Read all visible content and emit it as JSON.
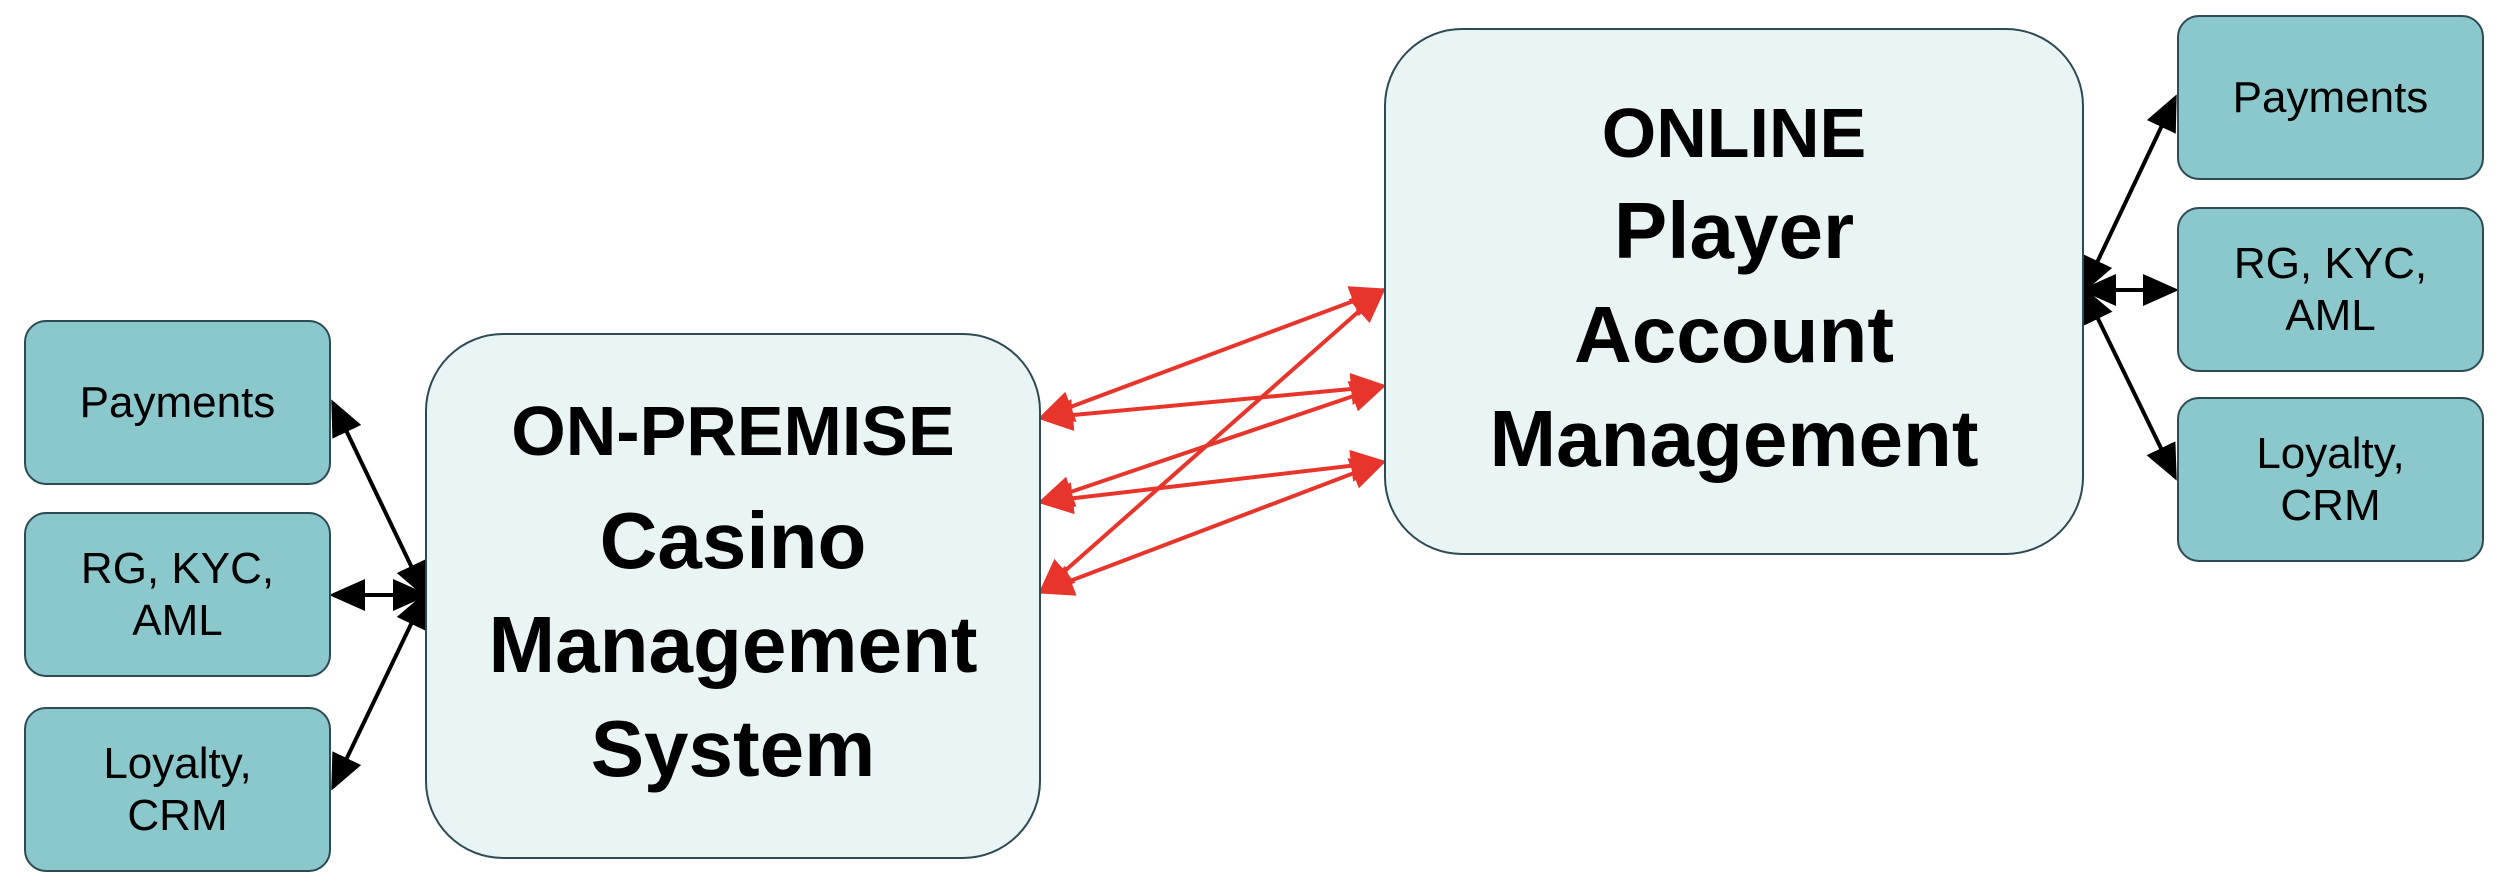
{
  "colors": {
    "small_box_fill": "#8bc8cc",
    "large_box_fill": "#e9f5f5",
    "box_border": "#2d4a55",
    "internal_arrow": "#000000",
    "integration_arrow": "#e8352b"
  },
  "on_premise": {
    "heading": "ON-PREMISE",
    "system": "Casino\nManagement\nSystem",
    "services": {
      "payments": "Payments",
      "rg_kyc_aml": "RG, KYC,\nAML",
      "loyalty_crm": "Loyalty,\nCRM"
    }
  },
  "online": {
    "heading": "ONLINE",
    "system": "Player\nAccount\nManagement",
    "services": {
      "payments": "Payments",
      "rg_kyc_aml": "RG, KYC,\nAML",
      "loyalty_crm": "Loyalty,\nCRM"
    }
  }
}
